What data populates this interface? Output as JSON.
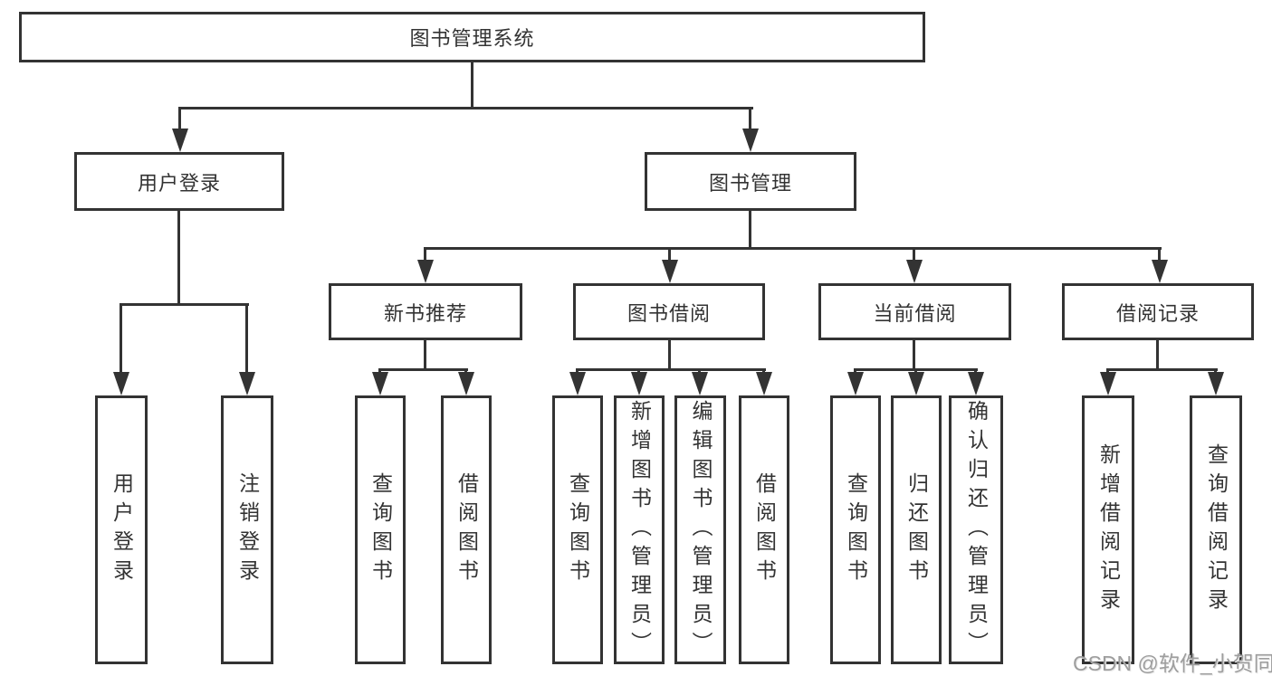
{
  "tree": {
    "root": "图书管理系统",
    "children": [
      {
        "label": "用户登录",
        "children": [
          "用户登录",
          "注销登录"
        ]
      },
      {
        "label": "图书管理",
        "children": [
          {
            "label": "新书推荐",
            "children": [
              "查询图书",
              "借阅图书"
            ]
          },
          {
            "label": "图书借阅",
            "children": [
              "查询图书",
              "新增图书（管理员）",
              "编辑图书（管理员）",
              "借阅图书"
            ]
          },
          {
            "label": "当前借阅",
            "children": [
              "查询图书",
              "归还图书",
              "确认归还（管理员）"
            ]
          },
          {
            "label": "借阅记录",
            "children": [
              "新增借阅记录",
              "查询借阅记录"
            ]
          }
        ]
      }
    ]
  },
  "watermark": {
    "text": "CSDN @软件_小贺同学"
  },
  "colors": {
    "line": "#333333",
    "text": "#333333",
    "watermark": "#9e9e9e",
    "background": "#ffffff"
  }
}
